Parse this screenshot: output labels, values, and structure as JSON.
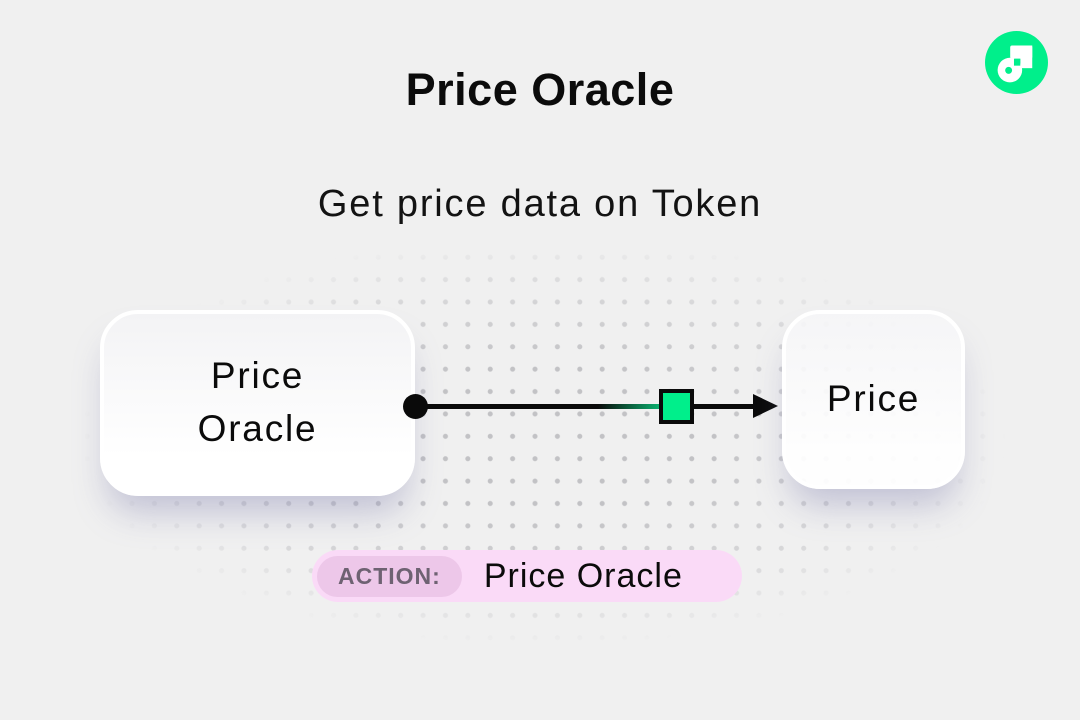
{
  "header": {
    "title": "Price Oracle",
    "subtitle": "Get price data on Token"
  },
  "logo": {
    "icon": "flow-logo",
    "color": "#00EF8B"
  },
  "diagram": {
    "source_node": {
      "label": "Price Oracle"
    },
    "target_node": {
      "label": "Price"
    },
    "connector": {
      "type": "arrow",
      "marker": "green-square",
      "marker_color": "#00EF8B"
    }
  },
  "action_bar": {
    "badge_label": "ACTION:",
    "action_name": "Price Oracle"
  },
  "colors": {
    "background": "#F0F0F0",
    "accent_green": "#00EF8B",
    "pill_background": "#FADAF7",
    "badge_background": "#EDC7E9",
    "badge_text": "#6E6272",
    "text": "#0B0B0B"
  }
}
